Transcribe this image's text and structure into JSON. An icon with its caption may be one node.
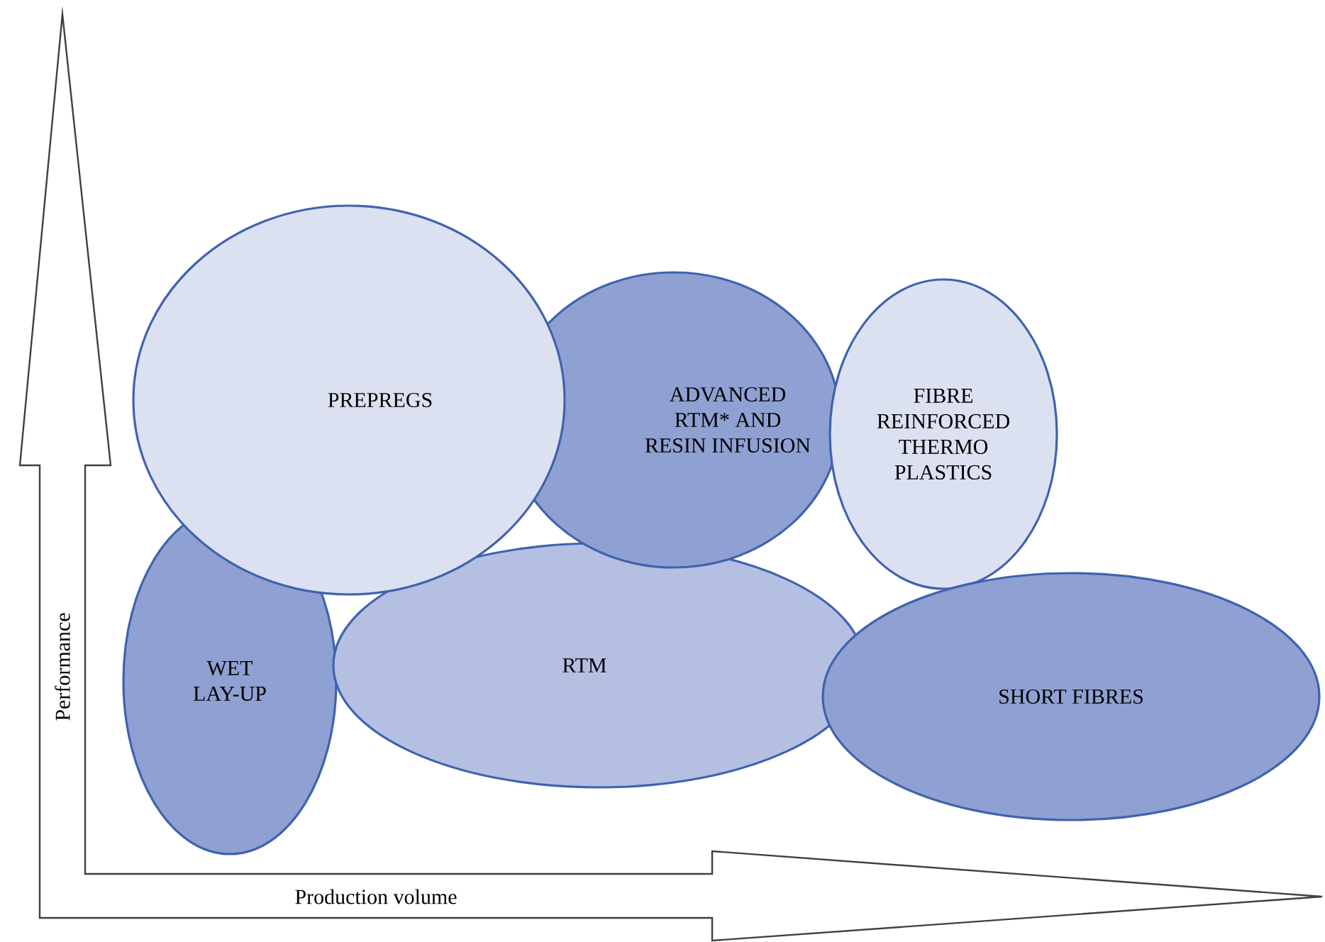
{
  "diagram": {
    "nodes": [
      {
        "text": [
          "PREPREGS"
        ]
      },
      {
        "text": [
          "ADVANCED RTM* AND RESIN INFUSION"
        ]
      },
      {
        "text": [
          "FIBRE REINFORCED THERMO PLASTICS"
        ]
      },
      {
        "text": [
          "WET LAY-UP"
        ]
      },
      {
        "text": [
          "RTM"
        ]
      },
      {
        "text": [
          "SHORT FIBRES"
        ]
      }
    ],
    "labels": [
      "Performance",
      "Production volume"
    ]
  }
}
